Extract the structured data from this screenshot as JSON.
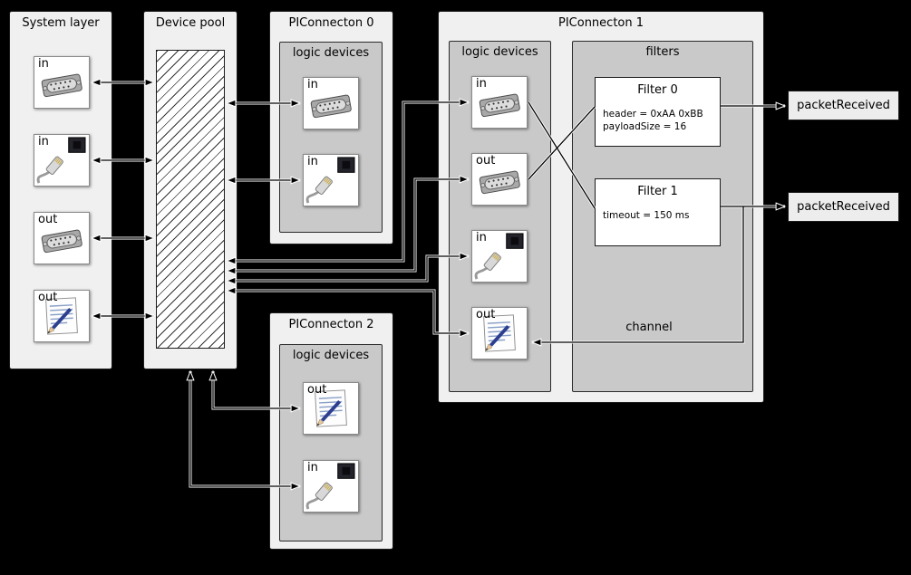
{
  "system_layer": {
    "title": "System layer",
    "devices": [
      {
        "label": "in",
        "icon": "serial-port-icon"
      },
      {
        "label": "in",
        "icon": "ethernet-port-icon"
      },
      {
        "label": "out",
        "icon": "serial-port-icon"
      },
      {
        "label": "out",
        "icon": "notes-icon"
      }
    ]
  },
  "device_pool": {
    "title": "Device pool"
  },
  "piconnecton_0": {
    "title": "PIConnecton 0",
    "group_label": "logic devices",
    "devices": [
      {
        "label": "in",
        "icon": "serial-port-icon"
      },
      {
        "label": "in",
        "icon": "ethernet-port-icon"
      }
    ]
  },
  "piconnecton_1": {
    "title": "PIConnecton 1",
    "group_label": "logic devices",
    "filters_label": "filters",
    "channel_label": "channel",
    "devices": [
      {
        "label": "in",
        "icon": "serial-port-icon"
      },
      {
        "label": "out",
        "icon": "serial-port-icon"
      },
      {
        "label": "in",
        "icon": "ethernet-port-icon"
      },
      {
        "label": "out",
        "icon": "notes-icon"
      }
    ],
    "filters": [
      {
        "title": "Filter 0",
        "properties": [
          "header = 0xAA 0xBB",
          "payloadSize = 16"
        ]
      },
      {
        "title": "Filter 1",
        "properties": [
          "timeout = 150 ms"
        ]
      }
    ]
  },
  "piconnecton_2": {
    "title": "PIConnecton 2",
    "group_label": "logic devices",
    "devices": [
      {
        "label": "out",
        "icon": "notes-icon"
      },
      {
        "label": "in",
        "icon": "ethernet-port-icon"
      }
    ]
  },
  "events": [
    {
      "label": "packetReceived"
    },
    {
      "label": "packetReceived"
    }
  ],
  "colors": {
    "background": "#000000",
    "container_fill": "#f0f0f0",
    "group_fill": "#c9c9c9",
    "device_fill": "#ffffff",
    "line": "#000000"
  }
}
